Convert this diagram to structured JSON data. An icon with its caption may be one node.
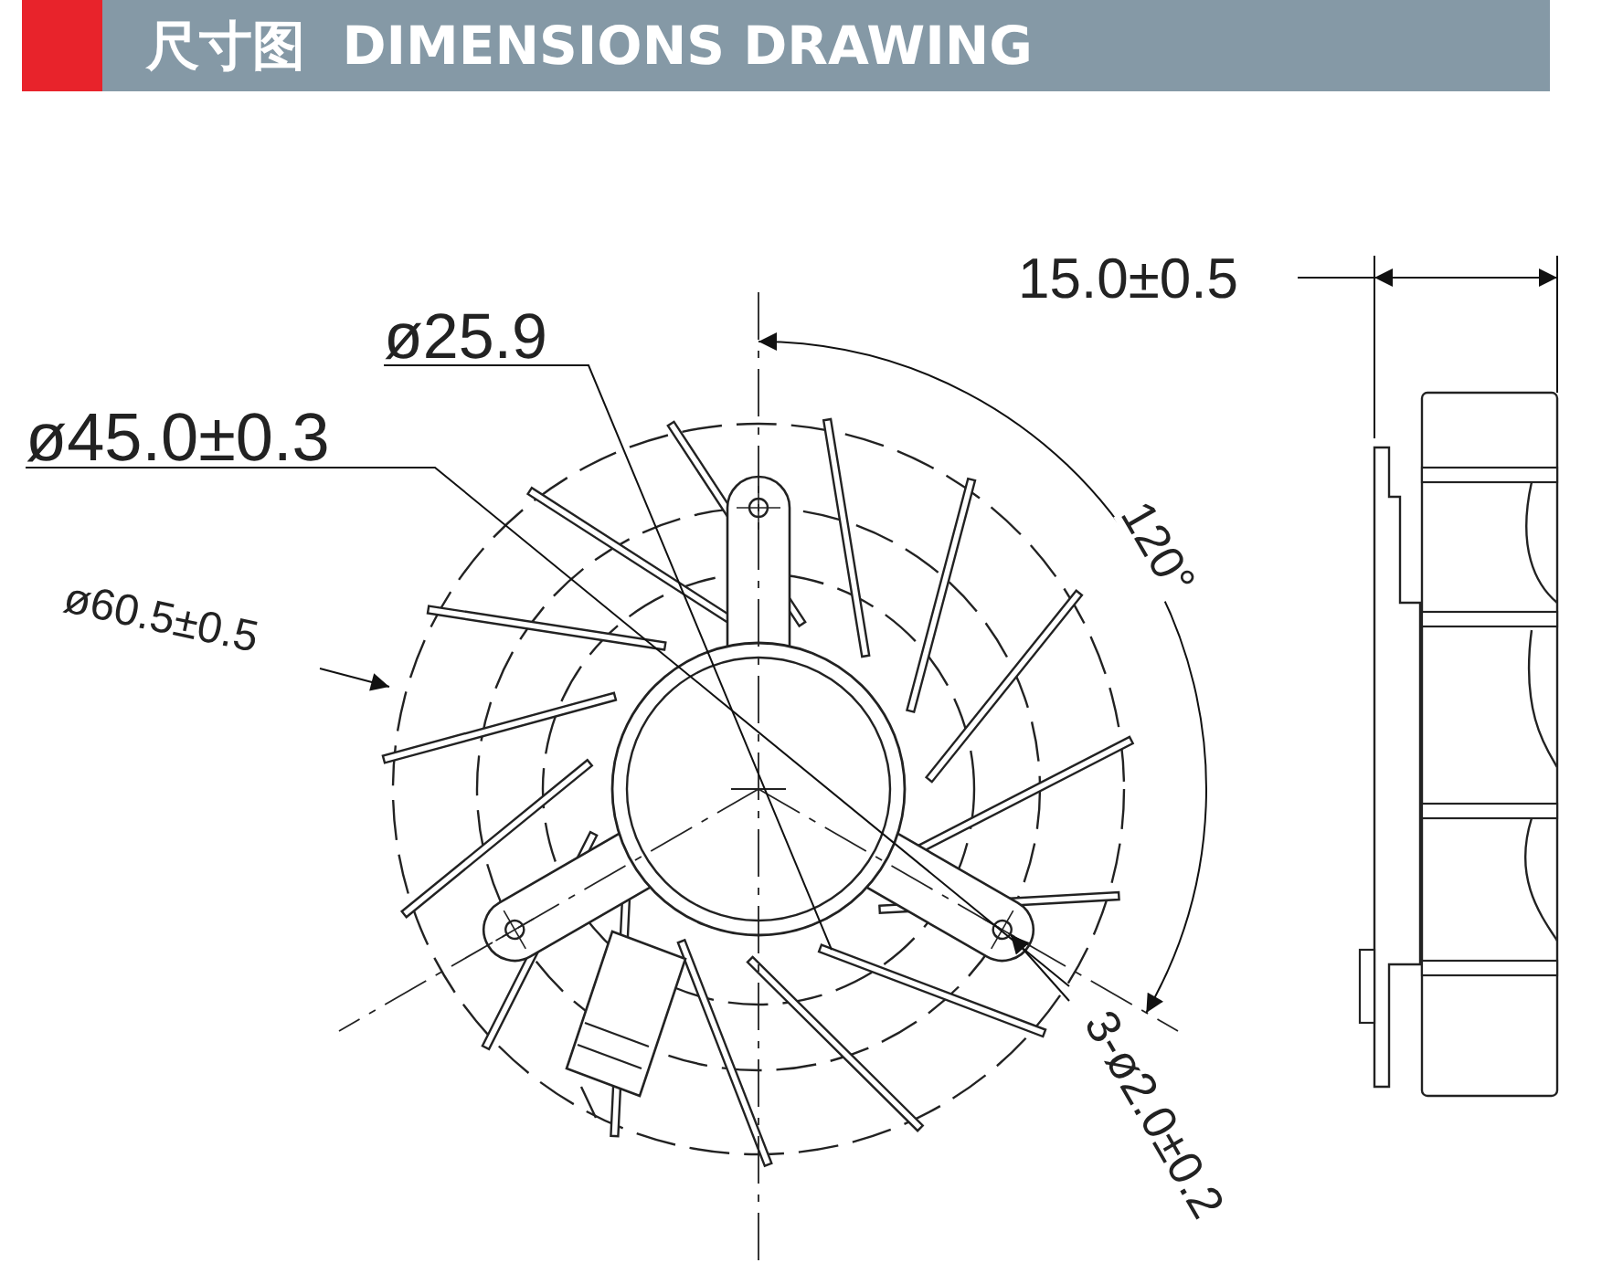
{
  "diagram": {
    "title": "尺寸图  DIMENSIONS DRAWING",
    "labels": [
      "15.0±0.5",
      "ø25.9",
      "ø45.0±0.3",
      "120°",
      "ø60.5±0.5",
      "3-ø2.0±0.2"
    ]
  }
}
